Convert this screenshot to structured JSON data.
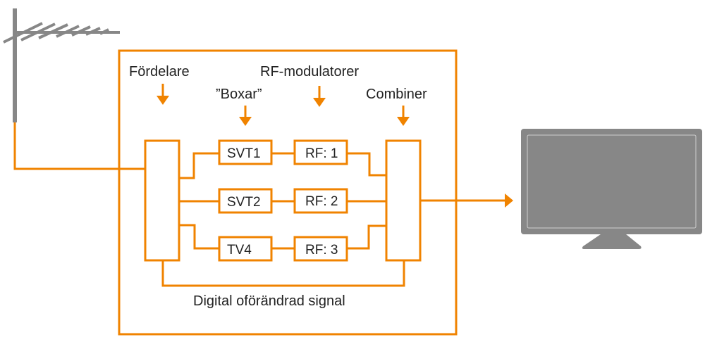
{
  "colors": {
    "accent": "#f08300",
    "gray": "#878787",
    "text": "#222222"
  },
  "labels": {
    "splitter": "Fördelare",
    "boxes": "”Boxar”",
    "modulators": "RF-modulatorer",
    "combiner": "Combiner",
    "bypass": "Digital oförändrad signal"
  },
  "channels": [
    {
      "box": "SVT1",
      "rf": "RF: 1"
    },
    {
      "box": "SVT2",
      "rf": "RF: 2"
    },
    {
      "box": "TV4",
      "rf": "RF: 3"
    }
  ],
  "icons": {
    "antenna": "antenna-icon",
    "tv": "tv-icon"
  }
}
